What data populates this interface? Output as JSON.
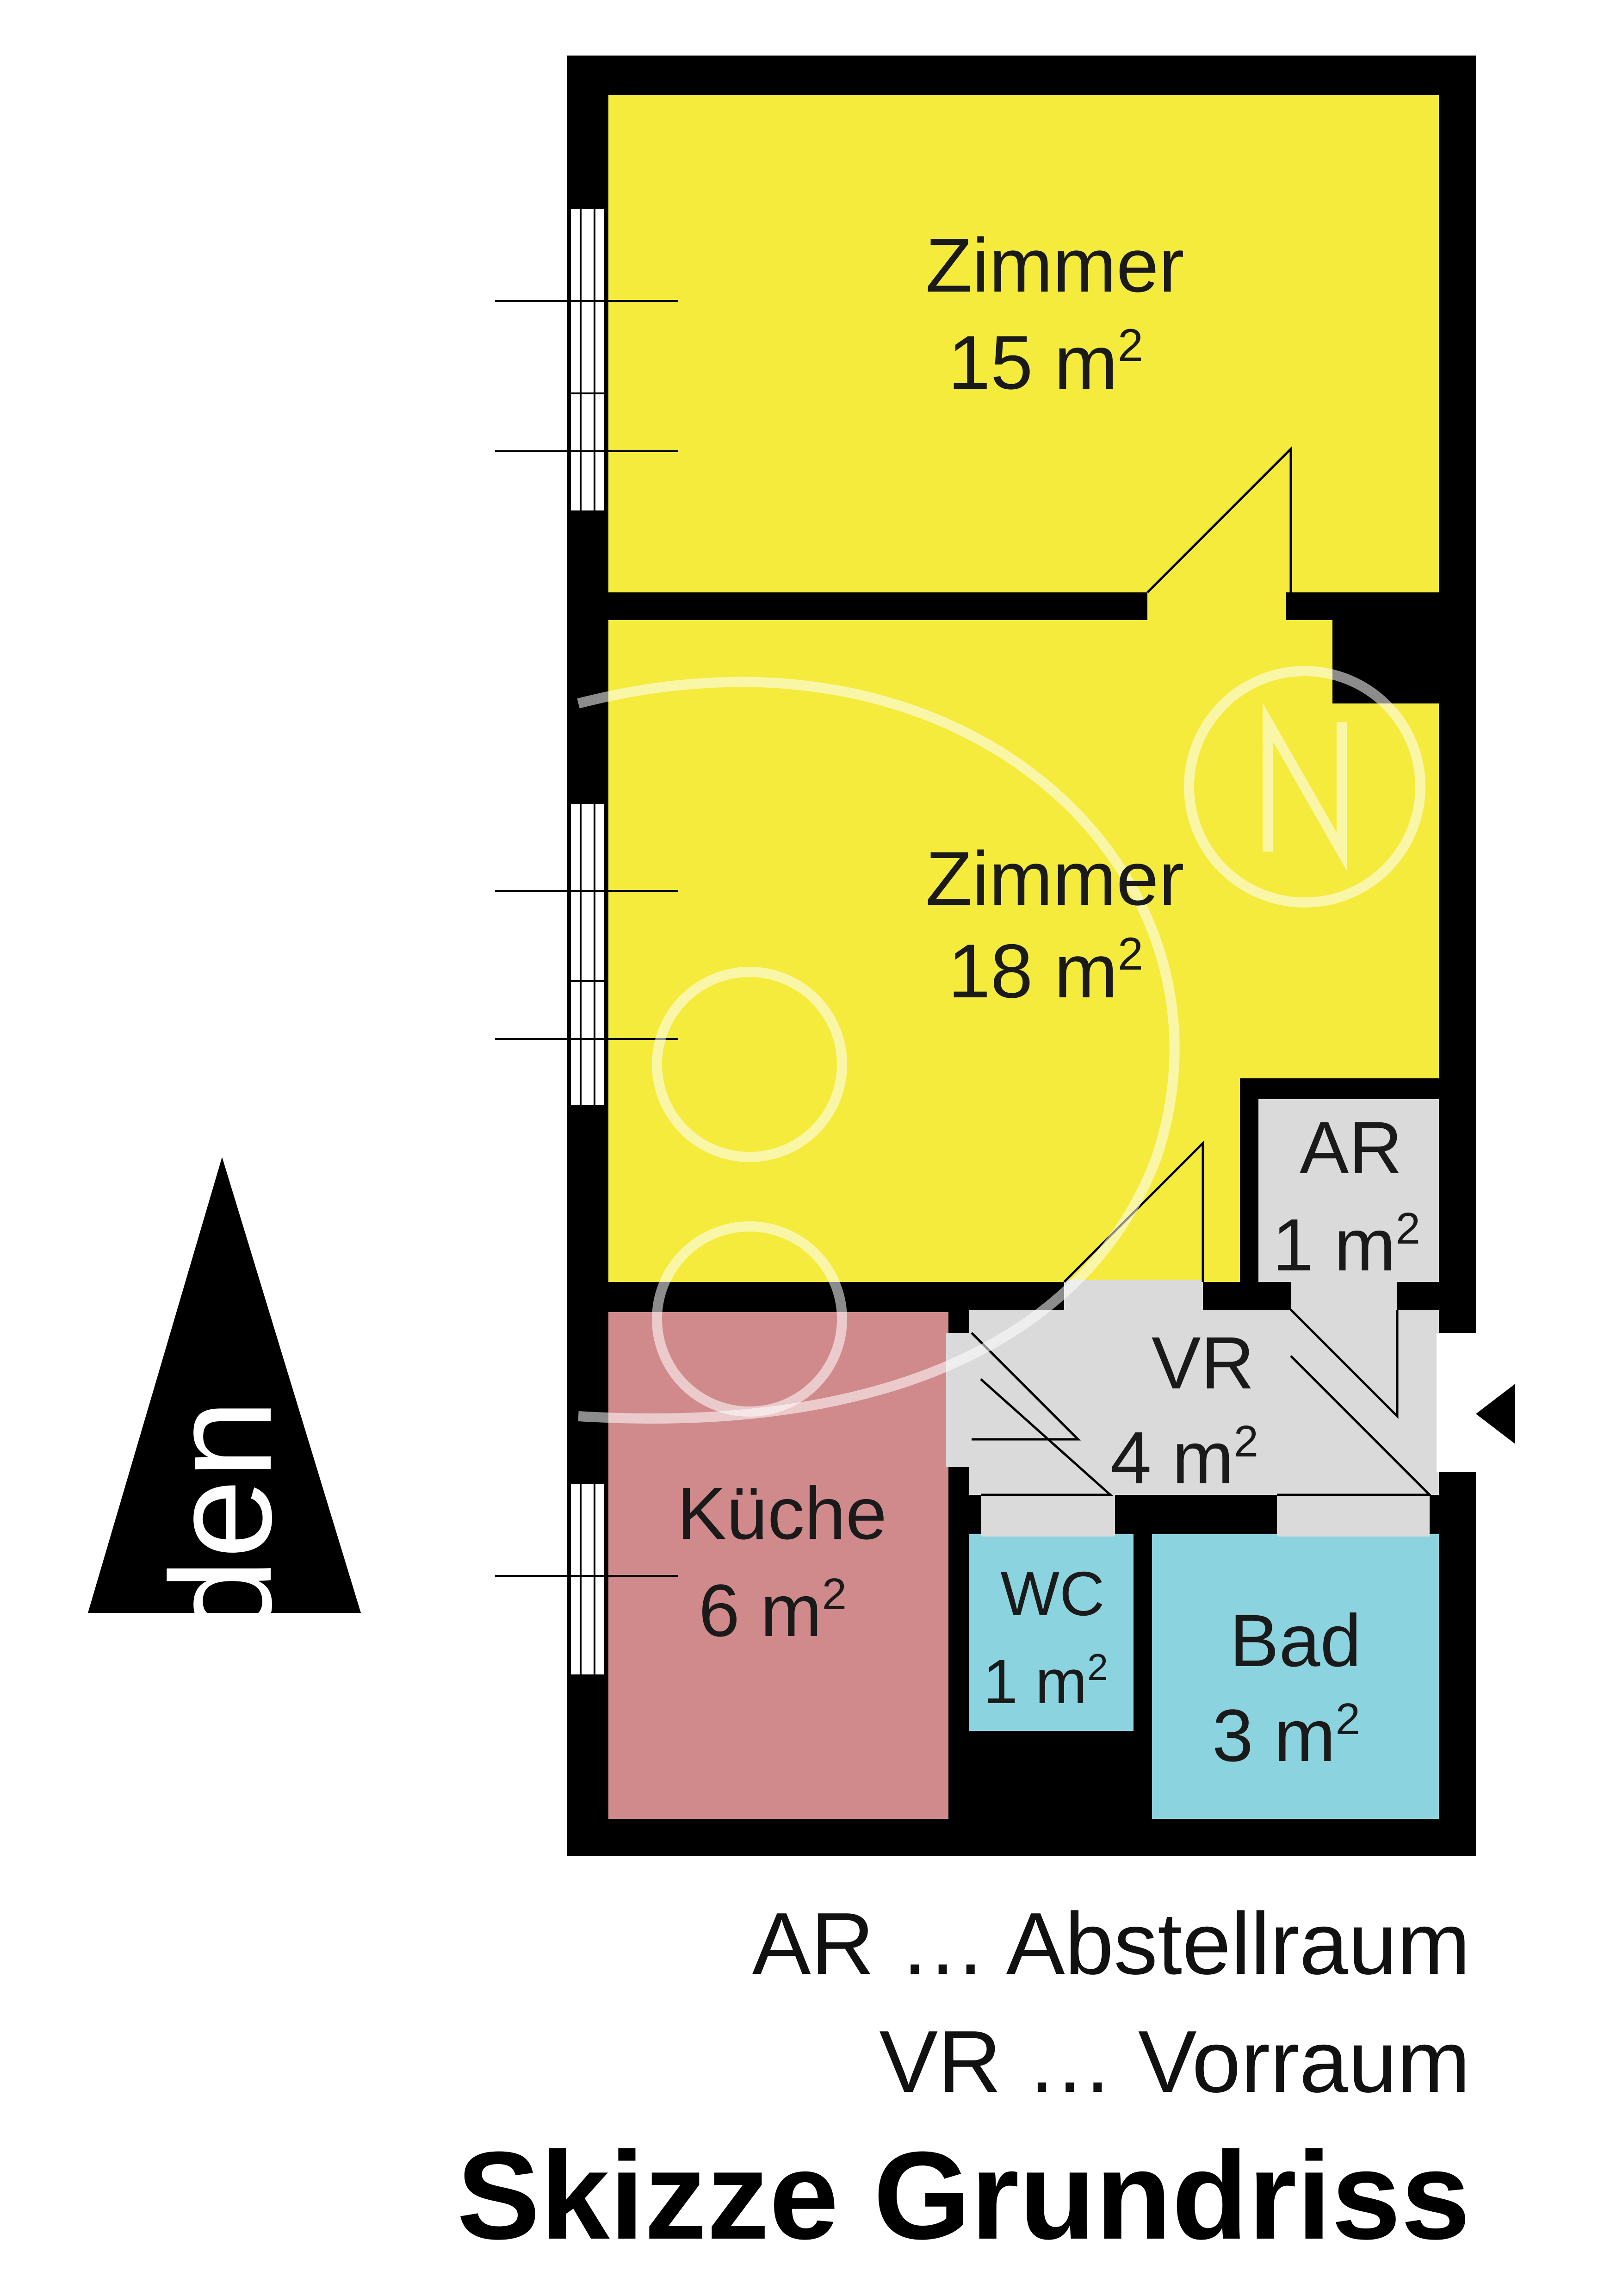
{
  "rooms": [
    {
      "key": "zimmer1",
      "name": "Zimmer",
      "area": "15 m",
      "sup": "2",
      "color": "#F4EB3D"
    },
    {
      "key": "zimmer2",
      "name": "Zimmer",
      "area": "18 m",
      "sup": "2",
      "color": "#F4EB3D"
    },
    {
      "key": "ar",
      "name": "AR",
      "area": "1 m",
      "sup": "2",
      "color": "#DADADA"
    },
    {
      "key": "vr",
      "name": "VR",
      "area": "4 m",
      "sup": "2",
      "color": "#DADADA"
    },
    {
      "key": "kueche",
      "name": "Küche",
      "area": "6 m",
      "sup": "2",
      "color": "#D08A8B"
    },
    {
      "key": "wc",
      "name": "WC",
      "area": "1 m",
      "sup": "2",
      "color": "#8AD3DF"
    },
    {
      "key": "bad",
      "name": "Bad",
      "area": "3 m",
      "sup": "2",
      "color": "#8AD3DF"
    }
  ],
  "north_label": "Norden",
  "legend": {
    "ar": "AR … Abstellraum",
    "vr": "VR … Vorraum"
  },
  "title": "Skizze Grundriss",
  "colors": {
    "wall": "#000000",
    "living": "#F4EB3D",
    "service": "#DADADA",
    "kitchen": "#D08A8B",
    "sanitary": "#8AD3DF"
  }
}
